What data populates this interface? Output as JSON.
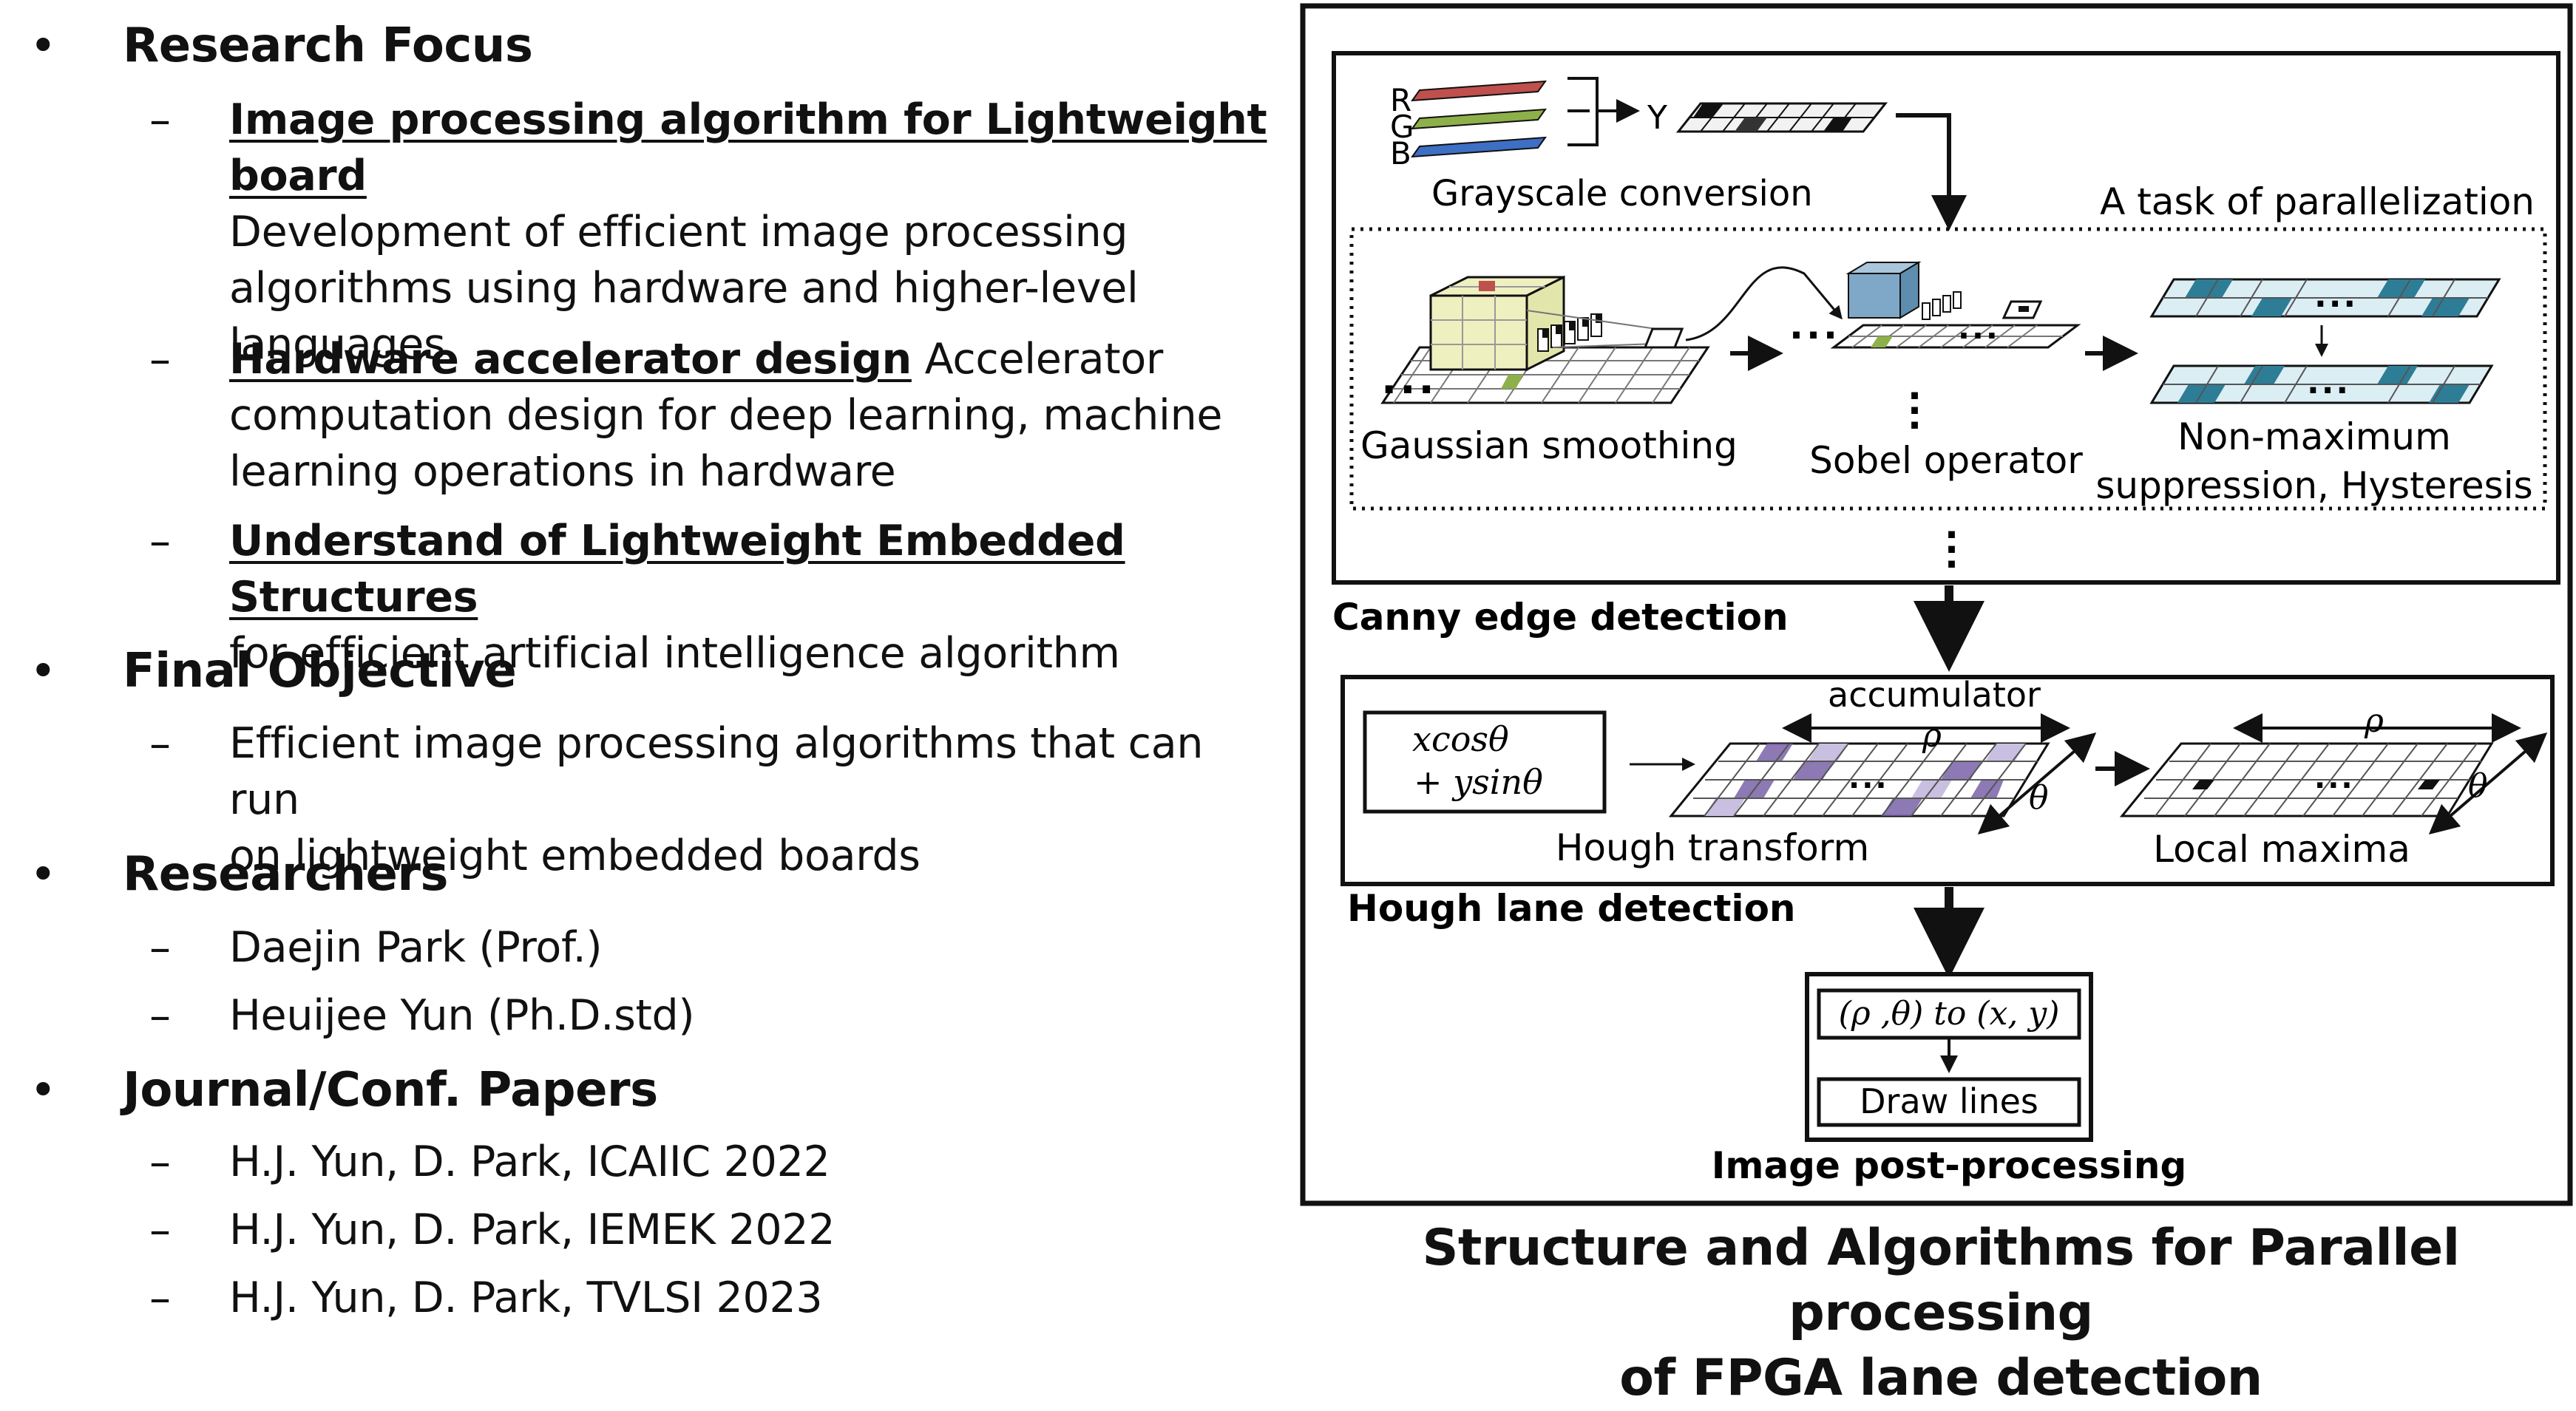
{
  "research_focus": {
    "heading": "Research Focus",
    "items": [
      {
        "title": "Image processing algorithm for Lightweight board",
        "lines": [
          "Development of efficient image processing",
          "algorithms using hardware and higher-level",
          "languages"
        ]
      },
      {
        "title": "Hardware accelerator design",
        "tail": " Accelerator",
        "lines": [
          "computation design for deep learning, machine",
          "learning operations in hardware"
        ]
      },
      {
        "title": "Understand of Lightweight Embedded Structures",
        "lines": [
          "for efficient artificial intelligence algorithm"
        ]
      }
    ]
  },
  "final_objective": {
    "heading": "Final Objective",
    "lines": [
      "Efficient image processing algorithms that can run",
      "on lightweight embedded boards"
    ]
  },
  "researchers": {
    "heading": "Researchers",
    "items": [
      "Daejin Park (Prof.)",
      "Heuijee Yun (Ph.D.std)"
    ]
  },
  "papers": {
    "heading": "Journal/Conf. Papers",
    "items": [
      "H.J. Yun, D. Park, ICAIIC 2022",
      "H.J. Yun, D. Park, IEMEK 2022",
      "H.J. Yun, D. Park, TVLSI 2023"
    ]
  },
  "diagram": {
    "channels": [
      "R",
      "G",
      "B"
    ],
    "y_label": "Y",
    "grayscale": "Grayscale conversion",
    "parallel_task": "A task of parallelization",
    "gaussian": "Gaussian smoothing",
    "sobel": "Sobel operator",
    "nms_line1": "Non-maximum",
    "nms_line2": "suppression, Hysteresis",
    "canny": "Canny edge detection",
    "accumulator": "accumulator",
    "rho": "ρ",
    "theta": "θ",
    "formula_line1": "xcosθ",
    "formula_line2": "+ ysinθ",
    "hough_transform": "Hough transform",
    "local_maxima": "Local maxima",
    "hough_lane": "Hough lane detection",
    "convert": "(ρ ,θ) to (x, y)",
    "draw_lines": "Draw lines",
    "post": "Image post-processing",
    "colors": {
      "red": "#c0504d",
      "green": "#8db04a",
      "blue": "#3d6fc4",
      "teal": "#2e7d96",
      "purple": "#7a62a8",
      "yellow": "#eef0c0"
    }
  },
  "caption": {
    "line1": "Structure and Algorithms for Parallel processing",
    "line2": "of FPGA lane detection"
  }
}
